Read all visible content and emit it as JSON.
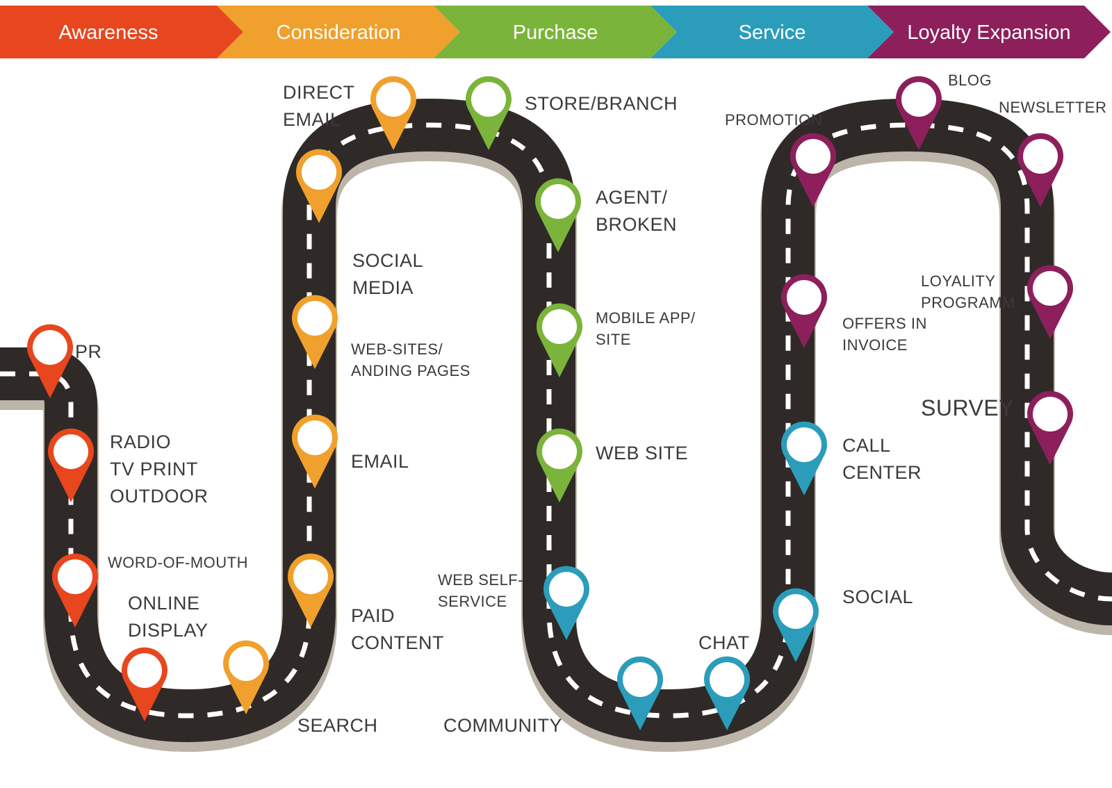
{
  "colors": {
    "awareness": "#e8461e",
    "consideration": "#f0a02c",
    "purchase": "#7bb43a",
    "service": "#2b9dbb",
    "loyalty": "#8c1f5c",
    "road": "#2f2a28",
    "road_shadow": "#bdb5aa",
    "label_text": "#3a3a3a"
  },
  "stages": [
    {
      "id": "awareness",
      "label": "Awareness"
    },
    {
      "id": "consideration",
      "label": "Consideration"
    },
    {
      "id": "purchase",
      "label": "Purchase"
    },
    {
      "id": "service",
      "label": "Service"
    },
    {
      "id": "loyalty",
      "label": "Loyalty Expansion"
    }
  ],
  "touchpoints": [
    {
      "id": "pr",
      "stage": "awareness",
      "lines": [
        "PR"
      ]
    },
    {
      "id": "radio-tv-print-outdoor",
      "stage": "awareness",
      "lines": [
        "RADIO",
        "TV PRINT",
        "OUTDOOR"
      ]
    },
    {
      "id": "word-of-mouth",
      "stage": "awareness",
      "lines": [
        "WORD-OF-MOUTH"
      ]
    },
    {
      "id": "online-display",
      "stage": "awareness",
      "lines": [
        "ONLINE",
        "DISPLAY"
      ]
    },
    {
      "id": "search",
      "stage": "consideration",
      "lines": [
        "SEARCH"
      ]
    },
    {
      "id": "paid-content",
      "stage": "consideration",
      "lines": [
        "PAID",
        "CONTENT"
      ]
    },
    {
      "id": "email",
      "stage": "consideration",
      "lines": [
        "EMAIL"
      ]
    },
    {
      "id": "web-sites-landing-pages",
      "stage": "consideration",
      "lines": [
        "WEB-SITES/",
        "ANDING PAGES"
      ]
    },
    {
      "id": "social-media",
      "stage": "consideration",
      "lines": [
        "SOCIAL",
        "MEDIA"
      ]
    },
    {
      "id": "direct-email",
      "stage": "consideration",
      "lines": [
        "DIRECT",
        "EMAIL"
      ]
    },
    {
      "id": "store-branch",
      "stage": "purchase",
      "lines": [
        "STORE/BRANCH"
      ]
    },
    {
      "id": "agent-broken",
      "stage": "purchase",
      "lines": [
        "AGENT/",
        "BROKEN"
      ]
    },
    {
      "id": "mobile-app-site",
      "stage": "purchase",
      "lines": [
        "MOBILE APP/",
        "SITE"
      ]
    },
    {
      "id": "web-site",
      "stage": "purchase",
      "lines": [
        "WEB SITE"
      ]
    },
    {
      "id": "web-self-service",
      "stage": "service",
      "lines": [
        "WEB SELF-",
        "SERVICE"
      ]
    },
    {
      "id": "community",
      "stage": "service",
      "lines": [
        "COMMUNITY"
      ]
    },
    {
      "id": "chat",
      "stage": "service",
      "lines": [
        "CHAT"
      ]
    },
    {
      "id": "social",
      "stage": "service",
      "lines": [
        "SOCIAL"
      ]
    },
    {
      "id": "call-center",
      "stage": "service",
      "lines": [
        "CALL",
        "CENTER"
      ]
    },
    {
      "id": "offers-in-invoice",
      "stage": "loyalty",
      "lines": [
        "OFFERS IN",
        "INVOICE"
      ]
    },
    {
      "id": "promotion",
      "stage": "loyalty",
      "lines": [
        "PROMOTION"
      ]
    },
    {
      "id": "blog",
      "stage": "loyalty",
      "lines": [
        "BLOG"
      ]
    },
    {
      "id": "newsletter",
      "stage": "loyalty",
      "lines": [
        "NEWSLETTER"
      ]
    },
    {
      "id": "loyality-programm",
      "stage": "loyalty",
      "lines": [
        "LOYALITY",
        "PROGRAMM"
      ]
    },
    {
      "id": "survey",
      "stage": "loyalty",
      "lines": [
        "SURVEY"
      ]
    }
  ]
}
